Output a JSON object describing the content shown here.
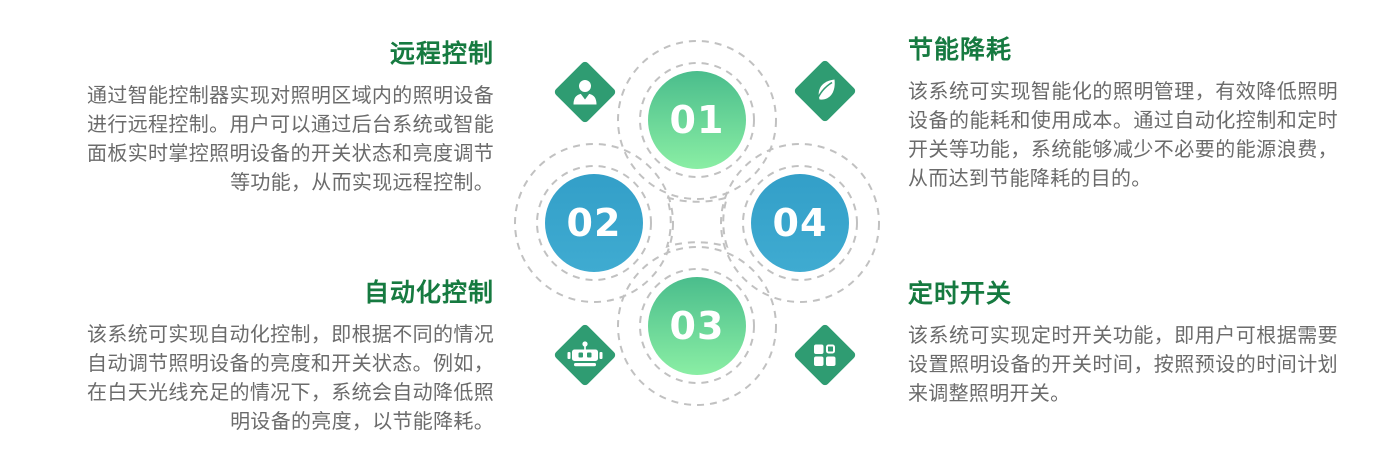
{
  "page": {
    "background": "#ffffff",
    "language": "zh-CN",
    "description": "smart lighting system four-feature infographic"
  },
  "panels": {
    "top_left": {
      "title": "远程控制",
      "body": "通过智能控制器实现对照明区域内的照明设备进行远程控制。用户可以通过后台系统或智能面板实时掌控照明设备的开关状态和亮度调节等功能，从而实现远程控制。"
    },
    "top_right": {
      "title": "节能降耗",
      "body": "该系统可实现智能化的照明管理，有效降低照明设备的能耗和使用成本。通过自动化控制和定时开关等功能，系统能够减少不必要的能源浪费，从而达到节能降耗的目的。"
    },
    "bottom_left": {
      "title": "自动化控制",
      "body": "该系统可实现自动化控制，即根据不同的情况自动调节照明设备的亮度和开关状态。例如，在白天光线充足的情况下，系统会自动降低照明设备的亮度，以节能降耗。"
    },
    "bottom_right": {
      "title": "定时开关",
      "body": "该系统可实现定时开关功能，即用户可根据需要设置照明设备的开关时间，按照预设的时间计划来调整照明开关。"
    }
  },
  "diagram": {
    "circles": [
      {
        "number": "01",
        "position": "top",
        "style": "green-gradient"
      },
      {
        "number": "02",
        "position": "left",
        "style": "blue"
      },
      {
        "number": "03",
        "position": "bottom",
        "style": "green-gradient"
      },
      {
        "number": "04",
        "position": "right",
        "style": "blue"
      }
    ],
    "corner_icons": [
      {
        "name": "user-icon",
        "position": "top-left"
      },
      {
        "name": "leaf-icon",
        "position": "top-right"
      },
      {
        "name": "robot-icon",
        "position": "bottom-left"
      },
      {
        "name": "grid-icon",
        "position": "bottom-right"
      }
    ],
    "center_shape": "dashed concave square",
    "colors": {
      "heading_green": "#167a40",
      "body_gray": "#6b6b6b",
      "diamond_green": "#2f9c72",
      "circle_blue": "#38a4cb",
      "circle_green_top": "#4abd8c",
      "circle_green_bottom": "#8aeea4",
      "dash_gray": "#c1c1c1"
    }
  }
}
